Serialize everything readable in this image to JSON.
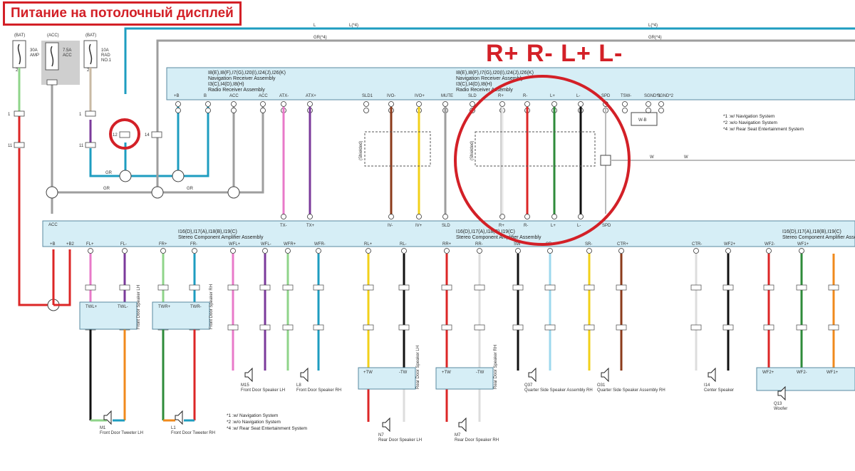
{
  "annotation": {
    "title": "Питание на потолочный дисплей",
    "signals": "R+ R- L+ L-",
    "color": "#d32027"
  },
  "colors": {
    "blue": "#1e9dc0",
    "gray": "#9e9e9e",
    "red": "#dc2626",
    "green": "#2e8b3a",
    "lightgreen": "#8fd48a",
    "pink": "#e879c9",
    "purple": "#7b3a9b",
    "brown": "#8b3a1a",
    "yellow": "#f2d01a",
    "black": "#111111",
    "orange": "#f08a1c",
    "lightblue": "#9ed8ee",
    "box": "#d6eef6"
  },
  "power": {
    "bat1": {
      "label": "(BAT)",
      "fuse": "30A AMP",
      "conn": "2",
      "wire": "LG"
    },
    "acc": {
      "label": "(ACC)",
      "fuse": "7.5A ACC",
      "conn": "1"
    },
    "bat2": {
      "label": "(BAT)",
      "fuse": "10A RAD NO.1",
      "conn": "2",
      "wire": "BR"
    }
  },
  "receiver": {
    "line1": "I8(E),I8(F),I7(G),I20(I),I24(J),I26(K)",
    "line2": "Navigation Receiver Assembly",
    "line3": "I3(C),I4(D),I8(H)",
    "line4": "Radio Receiver Assembly",
    "pins": [
      "+B",
      "B",
      "ACC",
      "ACC",
      "ATX-",
      "ATX+",
      "SLD1",
      "IVO-",
      "IVO+",
      "MUTE",
      "SLD",
      "R+",
      "R-",
      "L+",
      "L-",
      "SPD",
      "TSW-",
      "SGND*1",
      "SGND*2"
    ],
    "bottom_pins": [
      "TX-",
      "TX+",
      "IV-",
      "IV+",
      "SLD",
      "R+",
      "R-",
      "L+",
      "L-",
      "SPD"
    ],
    "shielded": "(Shielded)"
  },
  "amplifier": {
    "line1": "I16(D),I17(A),I18(B),I19(C)",
    "line2": "Stereo Component Amplifier Assembly",
    "left_pins": [
      "ACC",
      "+B",
      "+B2"
    ],
    "pins": [
      "FL+",
      "FL-",
      "FR+",
      "FR-",
      "WFL+",
      "WFL-",
      "WFR+",
      "WFR-",
      "RL+",
      "RL-",
      "RR+",
      "RR-",
      "SW",
      "SR+",
      "SR-",
      "CTR+",
      "CTR-",
      "WF2+",
      "WF2-",
      "WF1+"
    ]
  },
  "speakers": [
    {
      "code": "M1",
      "name": "Front Door Tweeter LH"
    },
    {
      "code": "L1",
      "name": "Front Door Tweeter RH"
    },
    {
      "code": "M15",
      "name": "Front Door Speaker LH"
    },
    {
      "code": "L8",
      "name": "Front Door Speaker RH"
    },
    {
      "code": "N7",
      "name": "Rear Door Speaker LH"
    },
    {
      "code": "M7",
      "name": "Rear Door Speaker RH"
    },
    {
      "code": "Q37",
      "name": "Quarter Side Speaker Assembly RH"
    },
    {
      "code": "O31",
      "name": "Quarter Side Speaker Assembly RH"
    },
    {
      "code": "I14",
      "name": "Center Speaker"
    },
    {
      "code": "Q13",
      "name": "Woofer"
    }
  ],
  "networks": {
    "tw_l": "Front Door Speaker LH",
    "tw_r": "Front Door Speaker RH",
    "rear_l": "Rear Door Speaker LH",
    "rear_r": "Rear Door Speaker RH"
  },
  "notes": [
    "*1 :w/ Navigation System",
    "*2 :w/o Navigation System",
    "*4 :w/ Rear Seat Entertainment System"
  ],
  "wire_labels": {
    "lower": "GR",
    "upper": "L"
  }
}
